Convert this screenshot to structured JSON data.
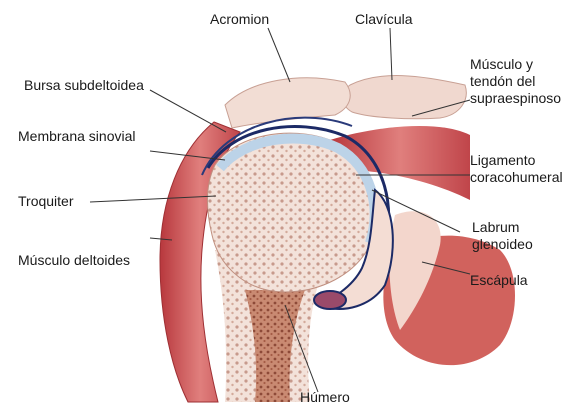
{
  "labels": {
    "acromion": "Acromion",
    "clavicula": "Clavícula",
    "musculo_tendon": [
      "Músculo y",
      "tendón del",
      "supraespinoso"
    ],
    "bursa": "Bursa subdeltoidea",
    "membrana": "Membrana sinovial",
    "ligamento": [
      "Ligamento",
      "coracohumeral"
    ],
    "troquiter": "Troquiter",
    "labrum": [
      "Labrum",
      "glenoideo"
    ],
    "deltoides": "Músculo deltoides",
    "escapula": "Escápula",
    "humero": "Húmero"
  },
  "colors": {
    "muscle": "#c8494c",
    "bone": "#f1ddd6",
    "cartilage": "#bcd3e8",
    "synovial": "#1c2a66",
    "marrow": "#b9705a",
    "leader": "#333333"
  }
}
